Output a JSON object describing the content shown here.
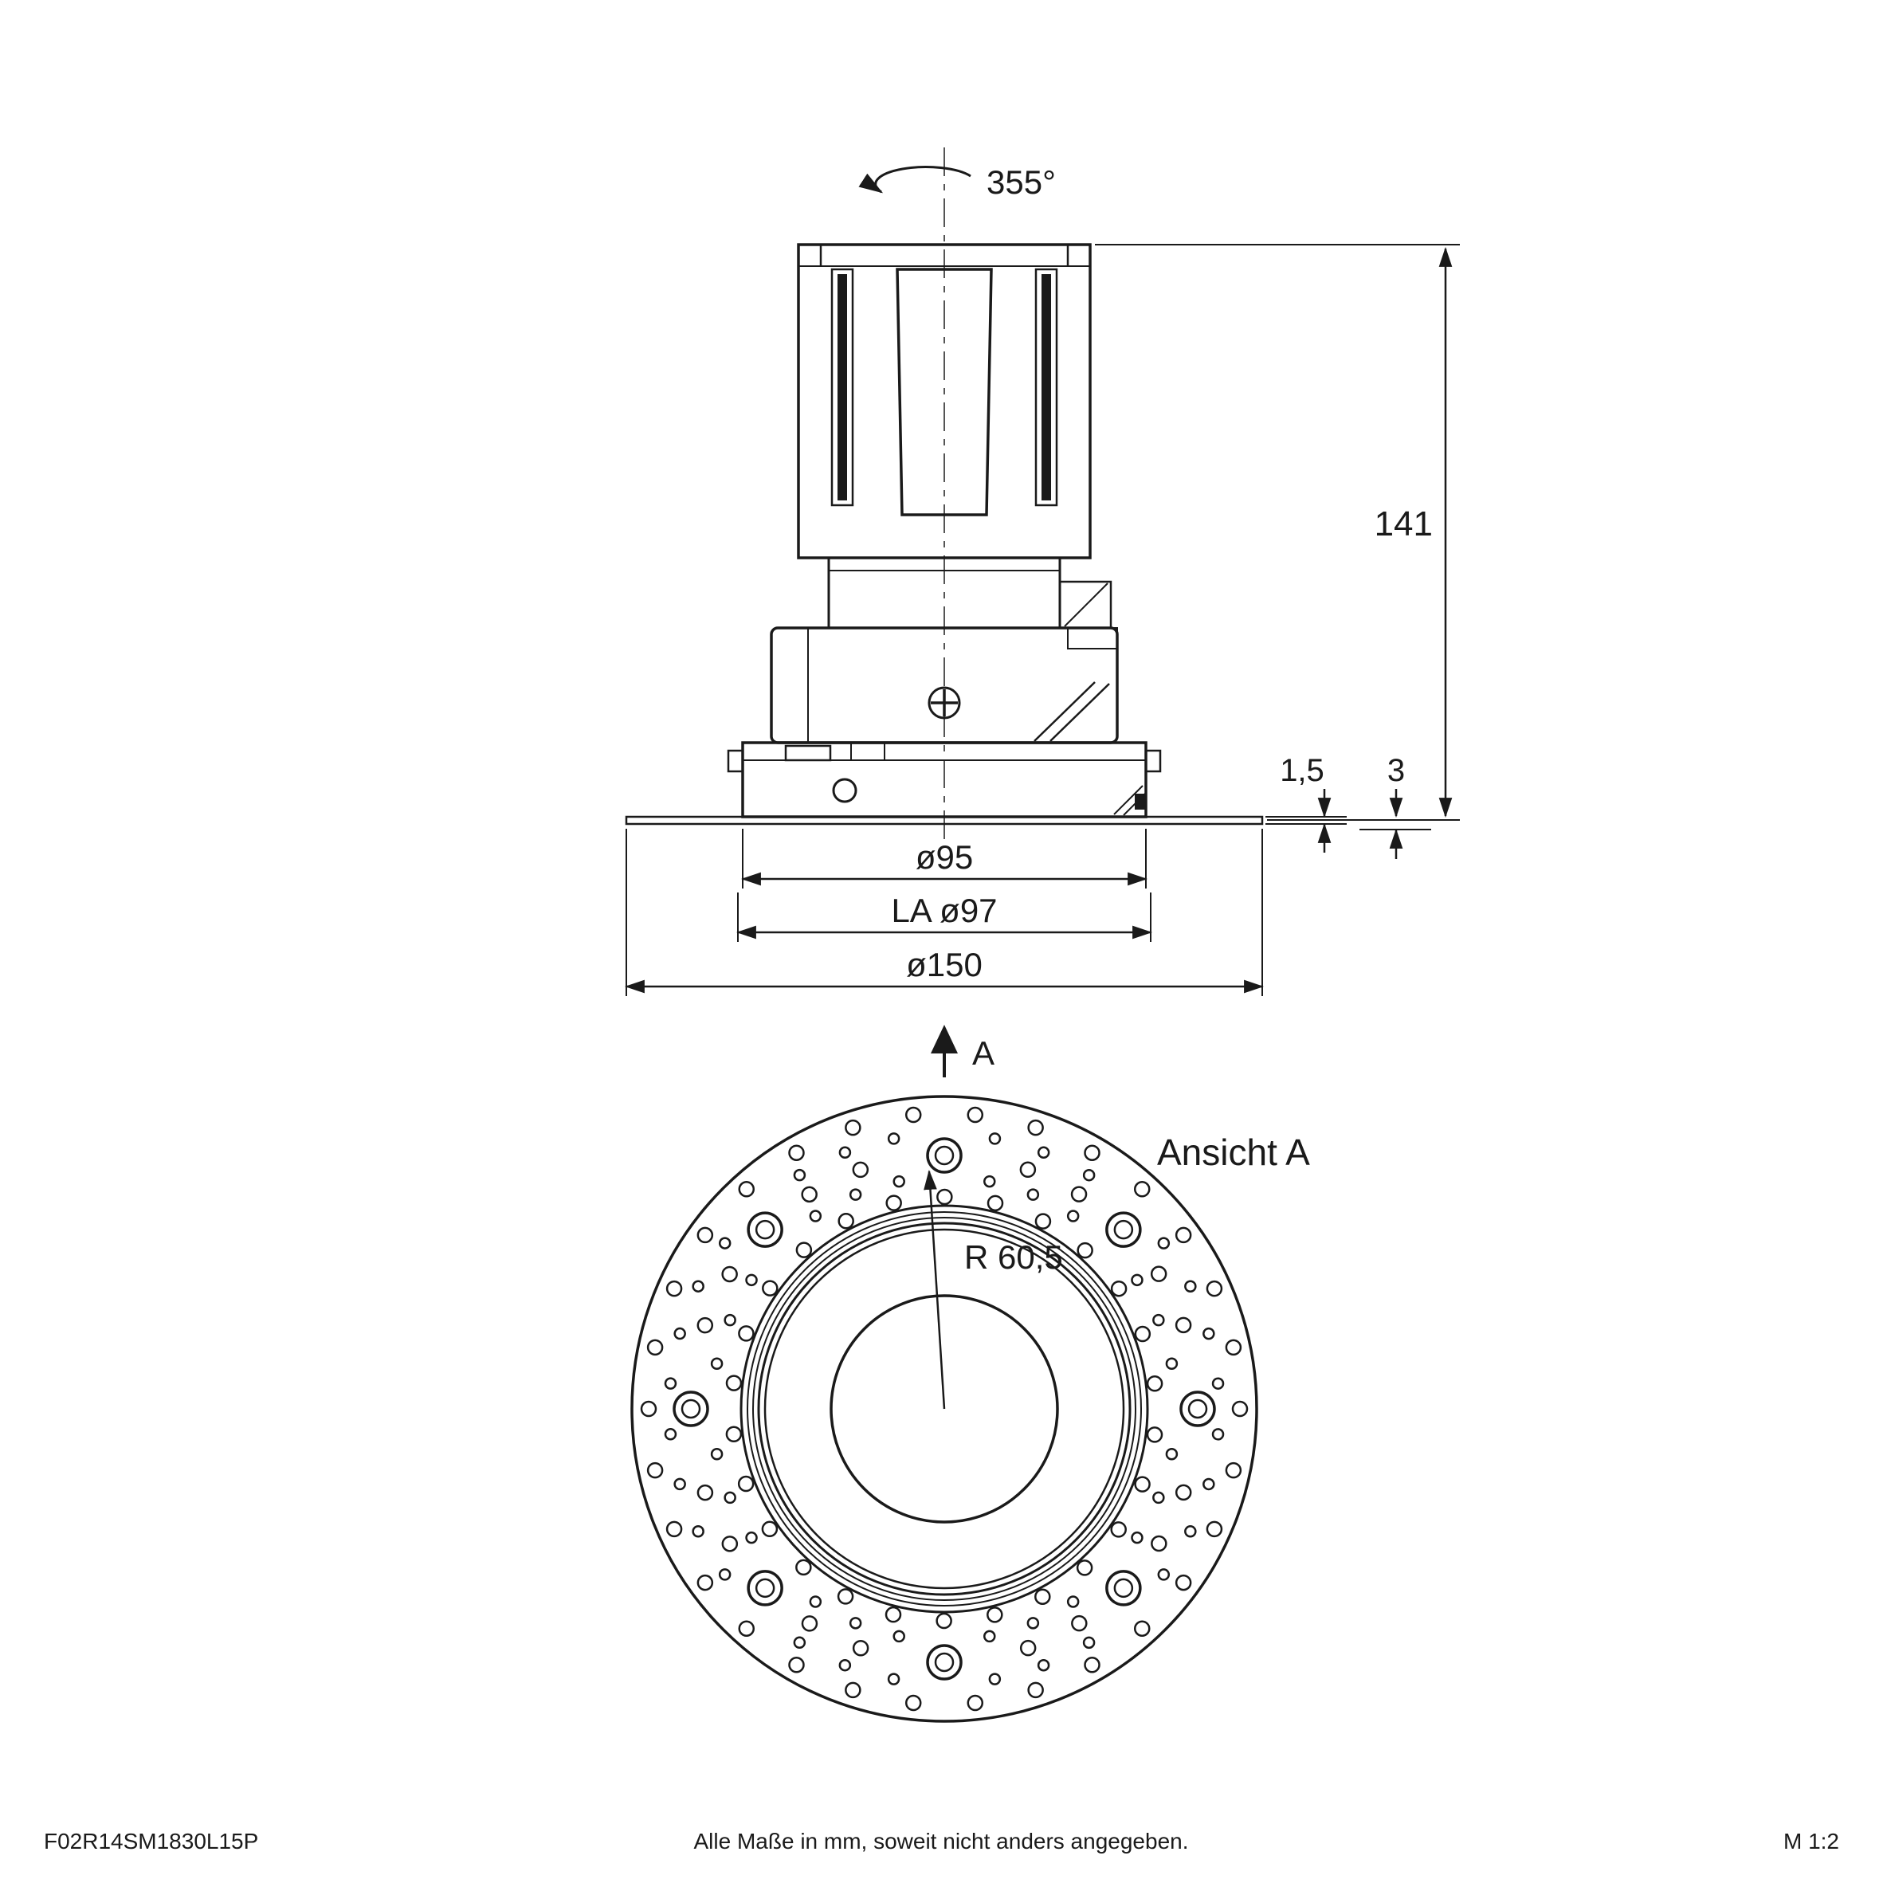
{
  "side_view": {
    "rotation_label": "355°",
    "height": "141",
    "trim_thickness": "1,5",
    "protrusion": "3",
    "housing_diameter": "ø95",
    "cutout_diameter": "LA ø97",
    "flange_diameter": "ø150",
    "section_label": "A"
  },
  "front_view": {
    "title": "Ansicht A",
    "hole_radius": "R 60,5"
  },
  "footer": {
    "article_number": "F02R14SM1830L15P",
    "note": "Alle Maße in mm, soweit nicht anders angegeben.",
    "scale": "M 1:2"
  },
  "colors": {
    "line": "#1a1a1a",
    "background": "#ffffff"
  }
}
